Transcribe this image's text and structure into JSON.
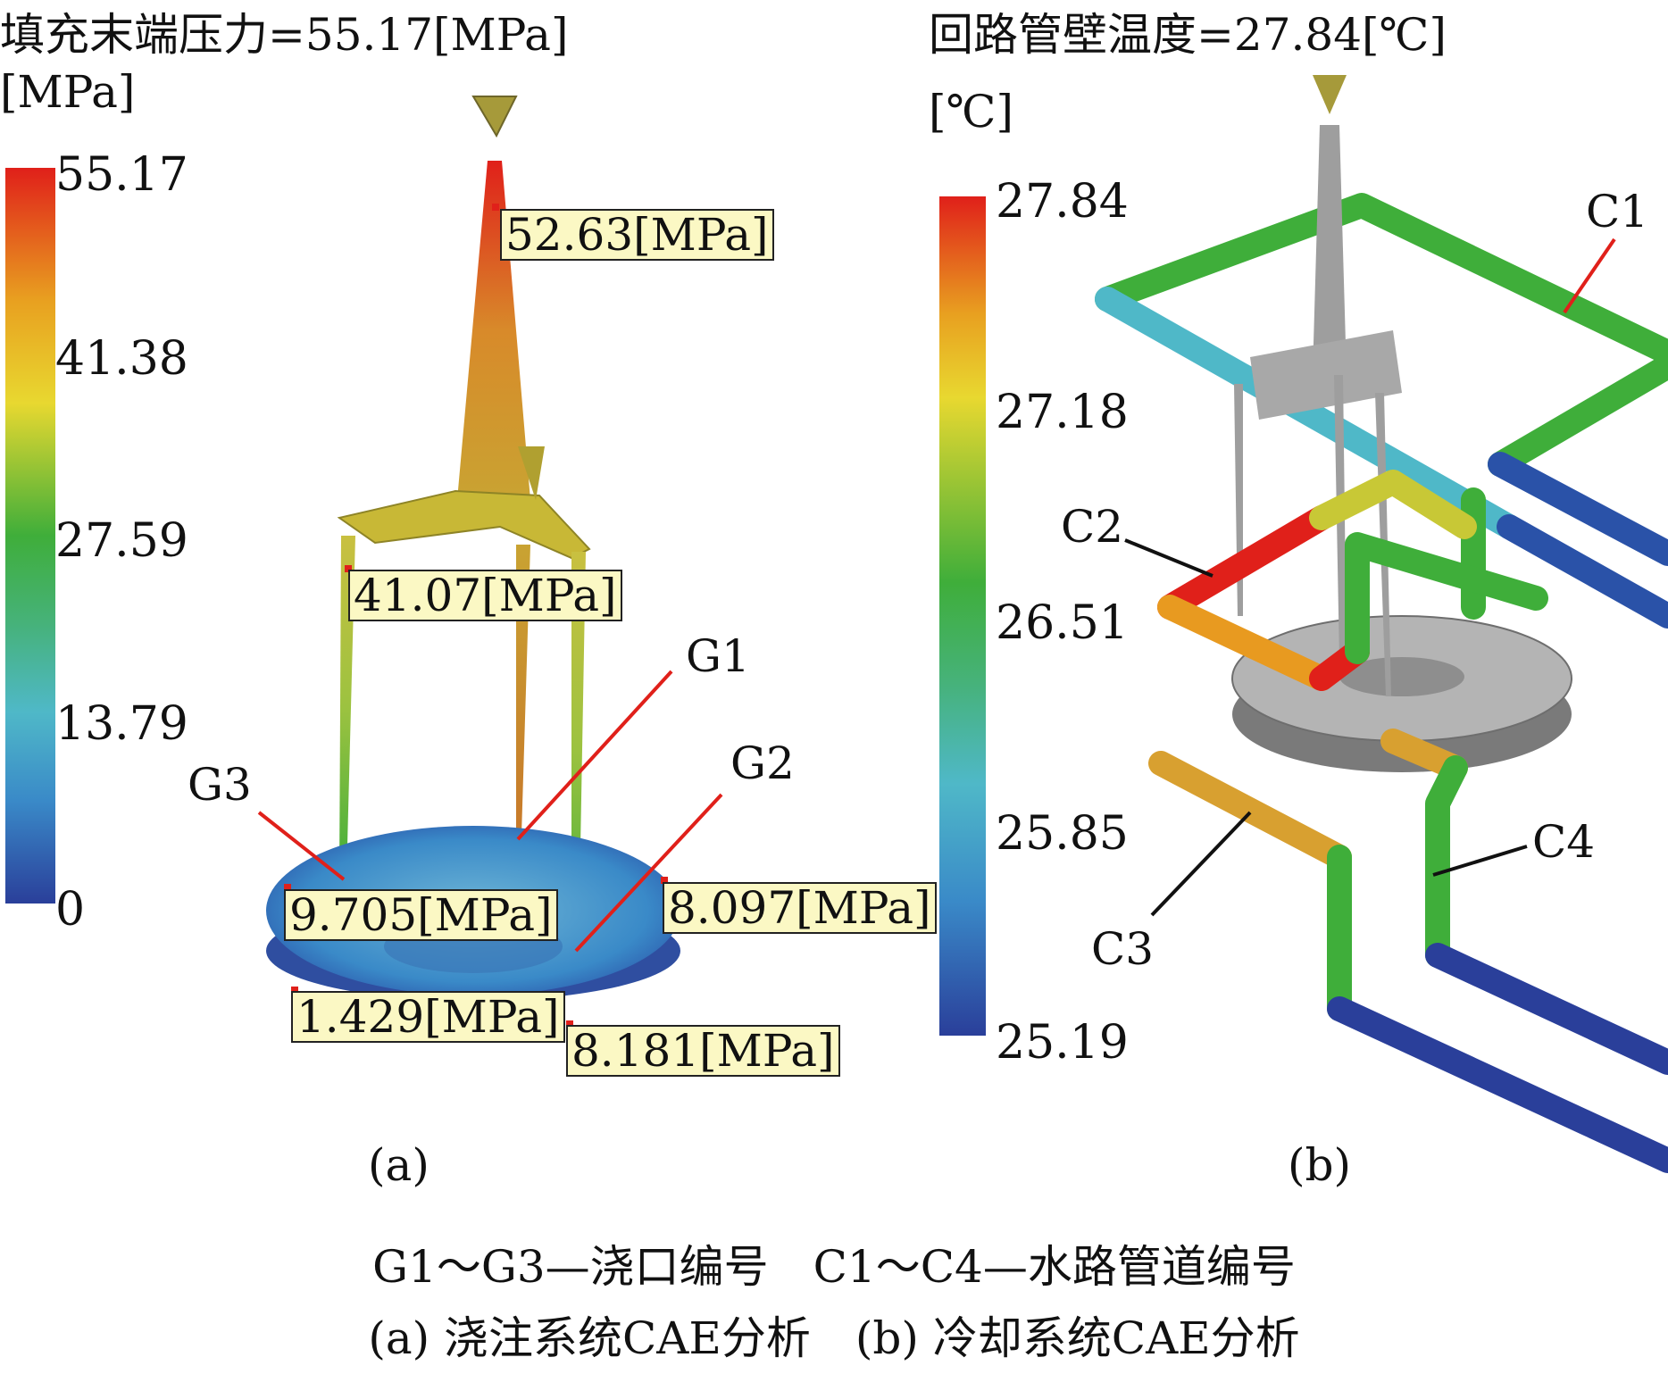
{
  "panel_a": {
    "title": "填充末端压力=55.17[MPa]",
    "unit": "[MPa]",
    "colorbar_ticks": [
      "55.17",
      "41.38",
      "27.59",
      "13.79",
      "0"
    ],
    "callouts": [
      "52.63[MPa]",
      "41.07[MPa]",
      "9.705[MPa]",
      "8.097[MPa]",
      "1.429[MPa]",
      "8.181[MPa]"
    ],
    "gates": [
      "G1",
      "G2",
      "G3"
    ],
    "sublabel": "(a)"
  },
  "panel_b": {
    "title": "回路管壁温度=27.84[℃]",
    "unit": "[℃]",
    "colorbar_ticks": [
      "27.84",
      "27.18",
      "26.51",
      "25.85",
      "25.19"
    ],
    "pipes": [
      "C1",
      "C2",
      "C3",
      "C4"
    ],
    "sublabel": "(b)"
  },
  "caption": {
    "line1": "G1～G3—浇口编号　C1～C4—水路管道编号",
    "line2": "(a) 浇注系统CAE分析　(b) 冷却系统CAE分析"
  },
  "colors": {
    "scale_top": "#e0201a",
    "scale_mid_high": "#e8d830",
    "scale_mid": "#3fae3a",
    "scale_mid_low": "#4fb8c8",
    "scale_low": "#2a3f9a",
    "callout_bg": "#fbf8c4",
    "leader_red": "#e0201a",
    "part_gray": "#9e9e9e"
  }
}
